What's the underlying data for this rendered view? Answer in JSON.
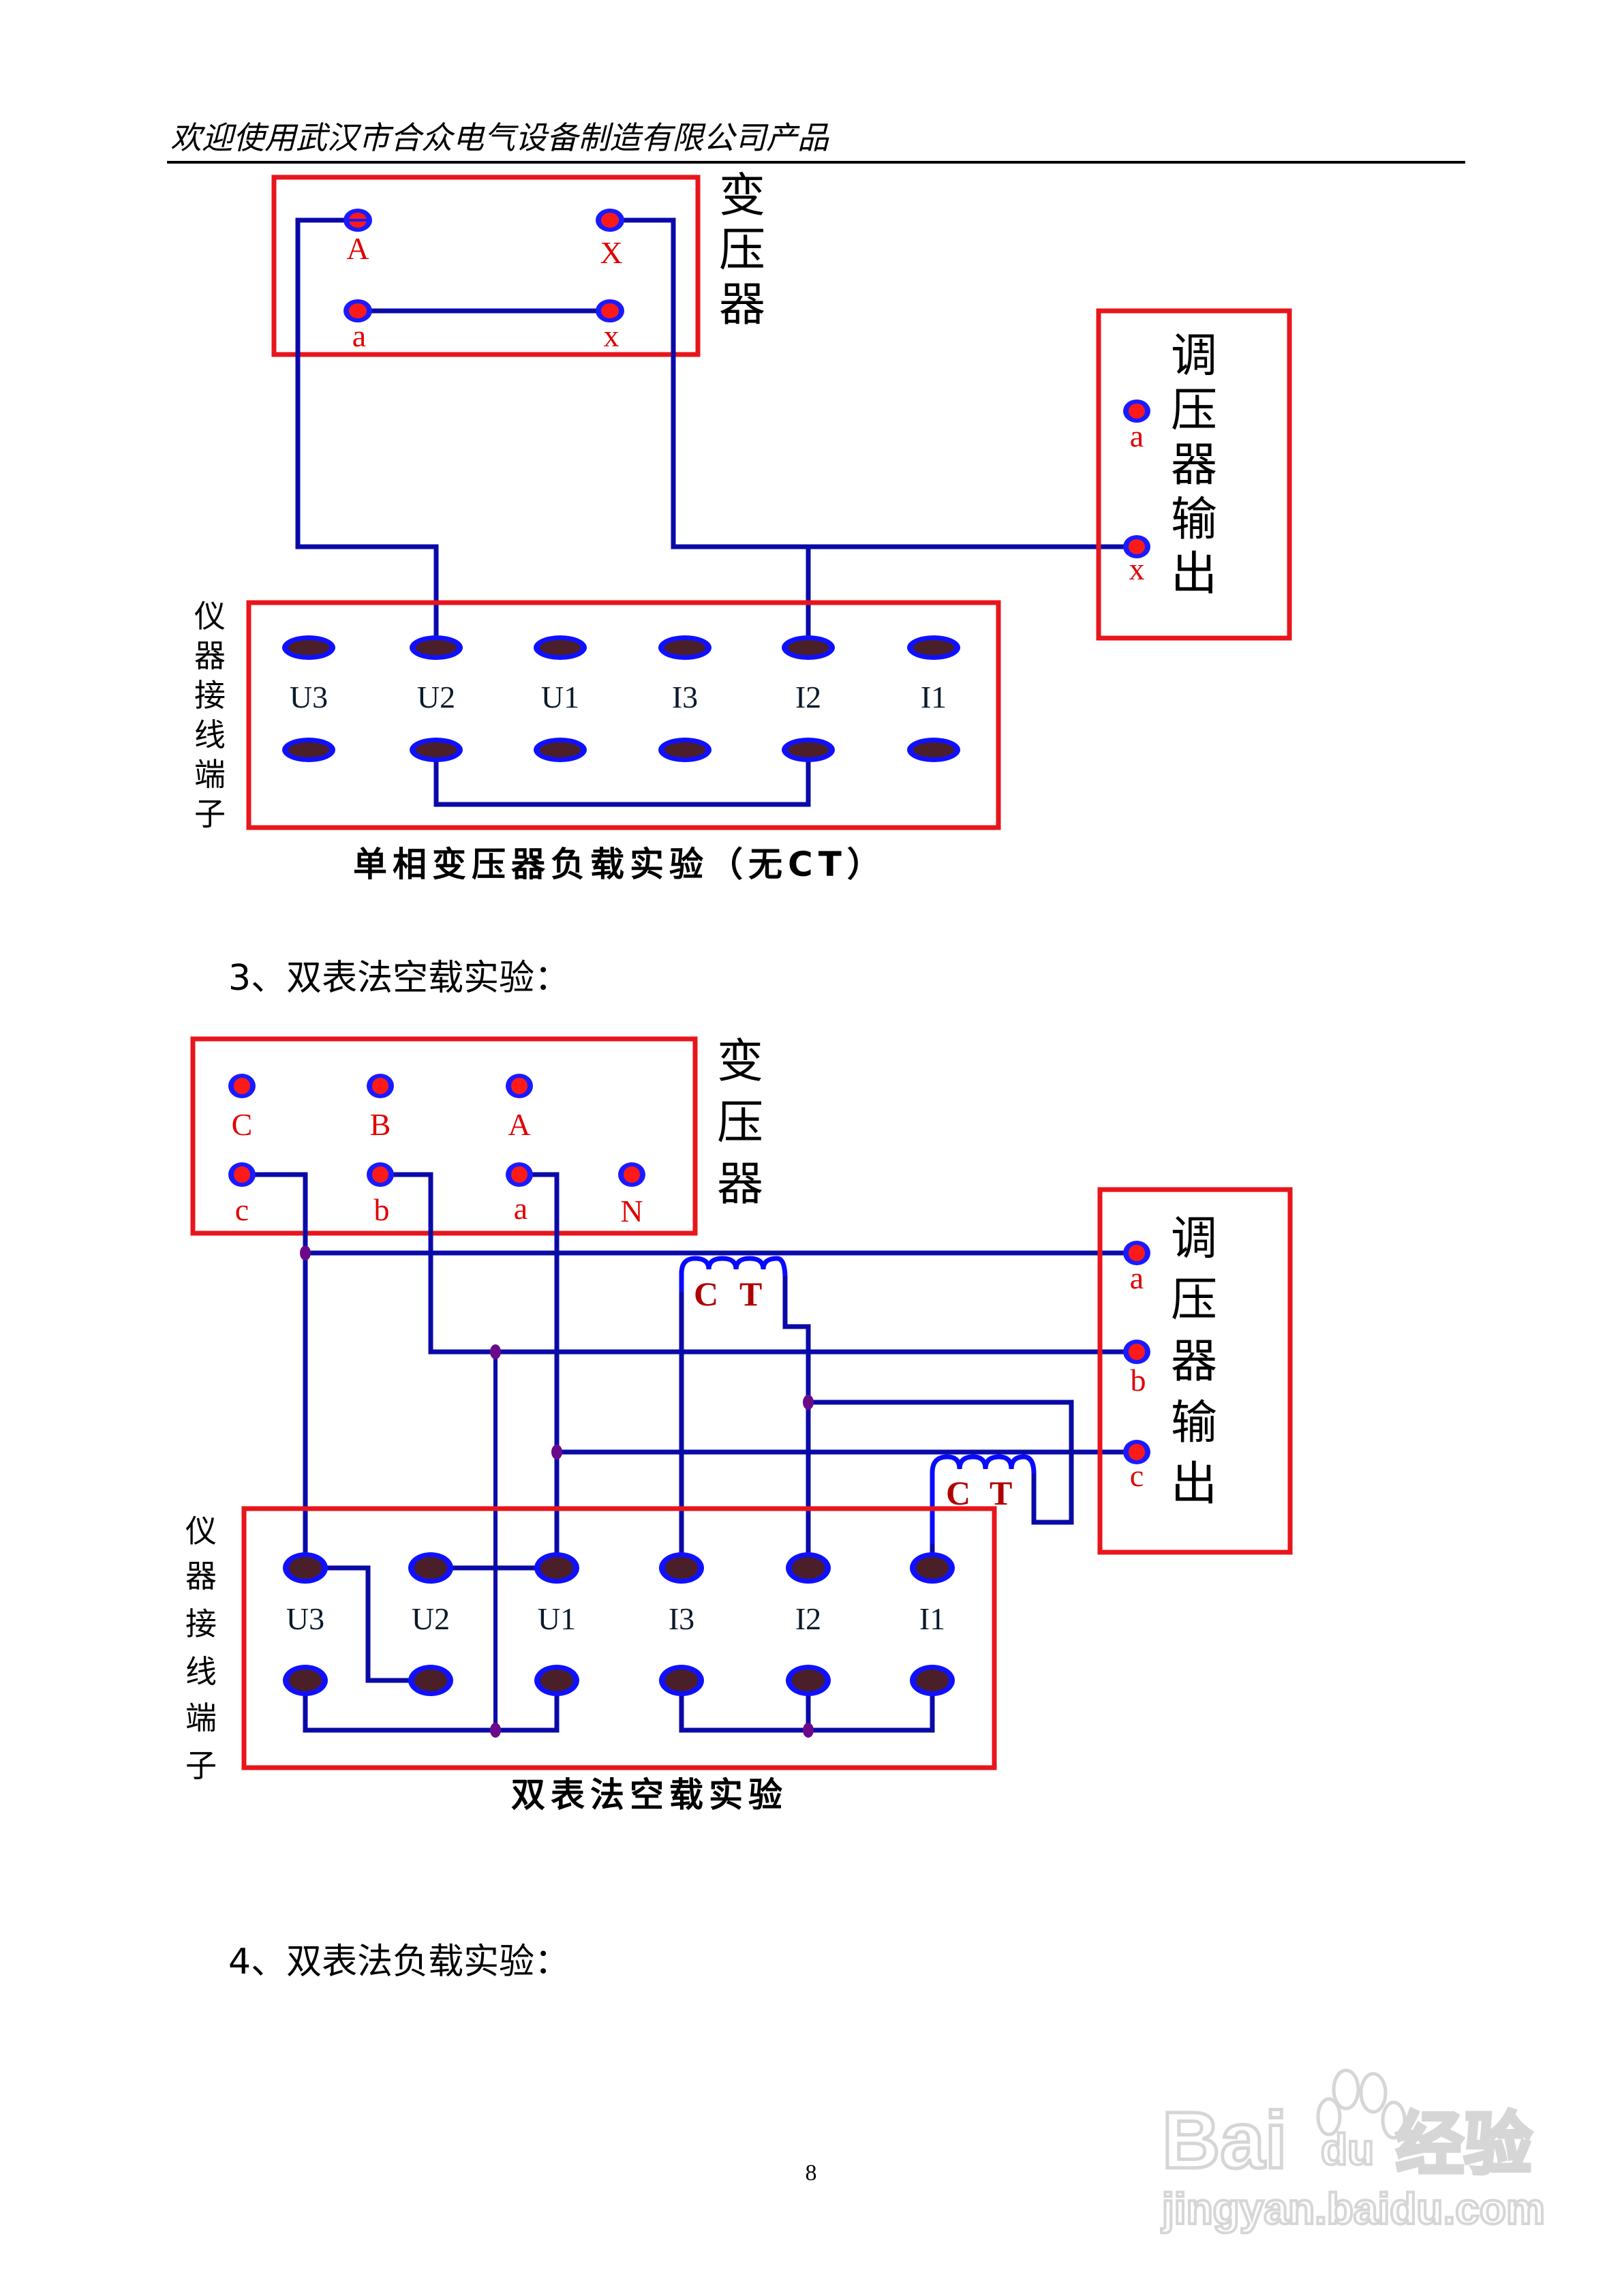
{
  "header": {
    "title": "欢迎使用武汉市合众电气设备制造有限公司产品"
  },
  "colors": {
    "box_border": "#e8151b",
    "wire": "#0a0aa8",
    "terminal_fill": "#ff1a1a",
    "terminal_ring": "#1a1aff",
    "post_fill": "#4a1f2a",
    "label_red": "#e00000",
    "ct_label": "#b00000",
    "junction": "#6a0a8a"
  },
  "diagram1": {
    "transformer": {
      "title_chars": [
        "变",
        "压",
        "器"
      ],
      "terminals": [
        {
          "id": "A",
          "label": "A"
        },
        {
          "id": "X",
          "label": "X"
        },
        {
          "id": "a",
          "label": "a"
        },
        {
          "id": "x",
          "label": "x"
        }
      ]
    },
    "regulator": {
      "title_chars": [
        "调",
        "压",
        "器",
        "输",
        "出"
      ],
      "terminals": [
        {
          "id": "a",
          "label": "a"
        },
        {
          "id": "x",
          "label": "x"
        }
      ]
    },
    "instrument": {
      "side_label_chars": [
        "仪",
        "器",
        "接",
        "线",
        "端",
        "子"
      ],
      "posts": [
        "U3",
        "U2",
        "U1",
        "I3",
        "I2",
        "I1"
      ]
    },
    "caption": "单相变压器负载实验（无CT）"
  },
  "section3": {
    "heading": "3、双表法空载实验："
  },
  "diagram2": {
    "transformer": {
      "title_chars": [
        "变",
        "压",
        "器"
      ],
      "top_terminals": [
        {
          "id": "C",
          "label": "C"
        },
        {
          "id": "B",
          "label": "B"
        },
        {
          "id": "A",
          "label": "A"
        }
      ],
      "bottom_terminals": [
        {
          "id": "c",
          "label": "c"
        },
        {
          "id": "b",
          "label": "b"
        },
        {
          "id": "a",
          "label": "a"
        },
        {
          "id": "N",
          "label": "N"
        }
      ]
    },
    "regulator": {
      "title_chars": [
        "调",
        "压",
        "器",
        "输",
        "出"
      ],
      "terminals": [
        {
          "id": "a",
          "label": "a"
        },
        {
          "id": "b",
          "label": "b"
        },
        {
          "id": "c",
          "label": "c"
        }
      ]
    },
    "ct_labels": [
      {
        "c": "C",
        "t": "T"
      },
      {
        "c": "C",
        "t": "T"
      }
    ],
    "instrument": {
      "side_label_chars": [
        "仪",
        "器",
        "接",
        "线",
        "端",
        "子"
      ],
      "posts": [
        "U3",
        "U2",
        "U1",
        "I3",
        "I2",
        "I1"
      ]
    },
    "caption": "双表法空载实验"
  },
  "section4": {
    "heading": "4、双表法负载实验："
  },
  "footer": {
    "page_number": "8"
  },
  "watermark": {
    "brand": "Baidu经验",
    "brand_left": "Bai",
    "brand_mid": "du",
    "brand_right": "经验",
    "url": "jingyan.baidu.com"
  }
}
